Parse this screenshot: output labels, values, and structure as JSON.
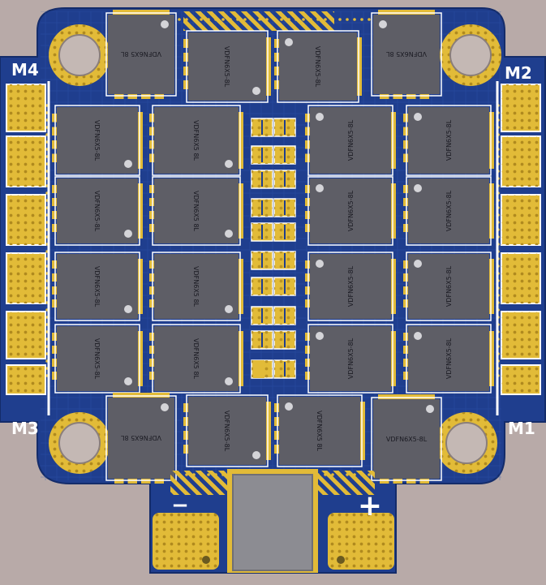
{
  "board": {
    "colors": {
      "background": "#b8aaa8",
      "solder_mask": "#1f3e8e",
      "trace": "#2c57b0",
      "copper": "#e2bb38",
      "silkscreen": "#ffffff",
      "chip": "#5e5e66",
      "shield": "#8c8c92"
    },
    "motor_labels": {
      "m1": "M1",
      "m2": "M2",
      "m3": "M3",
      "m4": "M4"
    },
    "power_labels": {
      "negative": "−",
      "positive": "+"
    },
    "mosfet_labels": [
      "VDFN6X5 8L",
      "VDFN6X5-8L",
      "VDFN6X5-8L",
      "VDFN6X5 8L",
      "VDFN6X5-8L",
      "VDFN6X5 8L",
      "VDFN6X5-8L",
      "VDFN6X5-8L",
      "VDFN6X5-8L",
      "VDFN6X5 8L",
      "VDFN6X5-8L",
      "VDFN6X5-8L",
      "VDFN6X5-8L",
      "VDFN6X5 8L",
      "VDFN6X5-8L",
      "VDFN6X5-8L",
      "VDFN6X5-8L",
      "VDFN6X5 8L",
      "VDFN6X5-8L",
      "VDFN6X5-8L",
      "VDFN6X5 8L",
      "VDFN6X5-8L",
      "VDFN6X5 8L",
      "VDFN6X5-8L"
    ]
  }
}
